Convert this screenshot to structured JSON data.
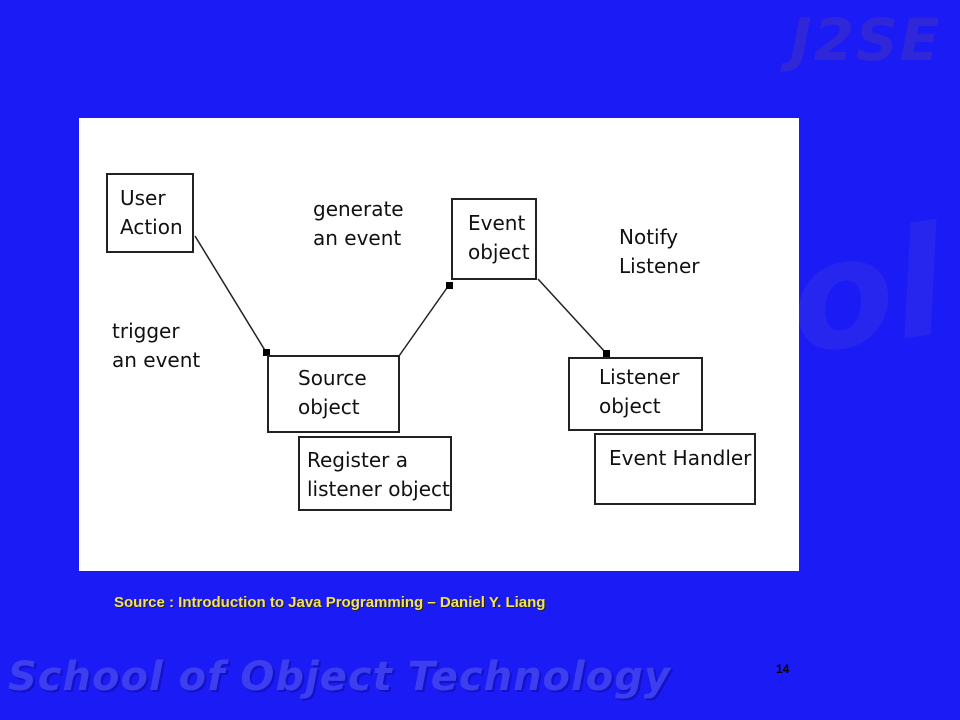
{
  "background": {
    "corner_mark": "J2SE",
    "tagline": "School of Object Technology"
  },
  "diagram": {
    "nodes": {
      "user_action": "User\nAction",
      "source_object": "Source\nobject",
      "register_listener": "Register a\nlistener object",
      "event_object": "Event\nobject",
      "listener_object": "Listener\nobject",
      "event_handler": "Event Handler"
    },
    "edge_labels": {
      "trigger_event": "trigger\nan event",
      "generate_event": "generate\nan event",
      "notify_listener": "Notify\nListener"
    }
  },
  "footer": {
    "source": "Source : Introduction to Java Programming – Daniel Y. Liang",
    "page_number": "14"
  },
  "colors": {
    "slide_background": "#1b1bf5",
    "credit_text": "#f4e35a"
  }
}
